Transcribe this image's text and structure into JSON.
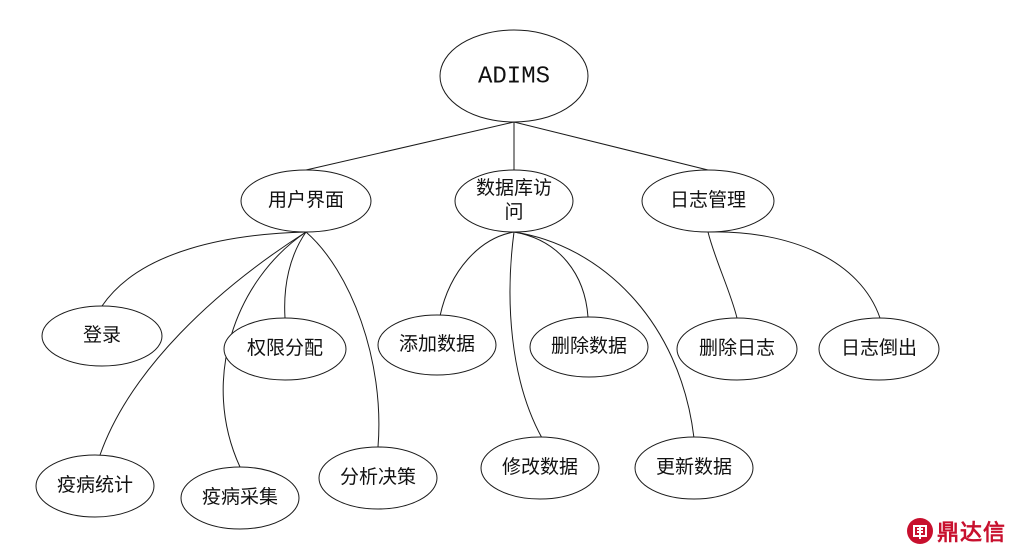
{
  "colors": {
    "stroke": "#1a1a1a",
    "text": "#111111",
    "watermark": "#c8102e"
  },
  "nodes": {
    "root": "ADIMS",
    "ui": "用户界面",
    "db_line1": "数据库访",
    "db_line2": "问",
    "log": "日志管理",
    "login": "登录",
    "permission": "权限分配",
    "stats": "疫病统计",
    "collect": "疫病采集",
    "decision": "分析决策",
    "add": "添加数据",
    "delete": "删除数据",
    "modify": "修改数据",
    "update": "更新数据",
    "delete_log": "删除日志",
    "export_log": "日志倒出"
  },
  "watermark": {
    "text": "鼎达信"
  }
}
